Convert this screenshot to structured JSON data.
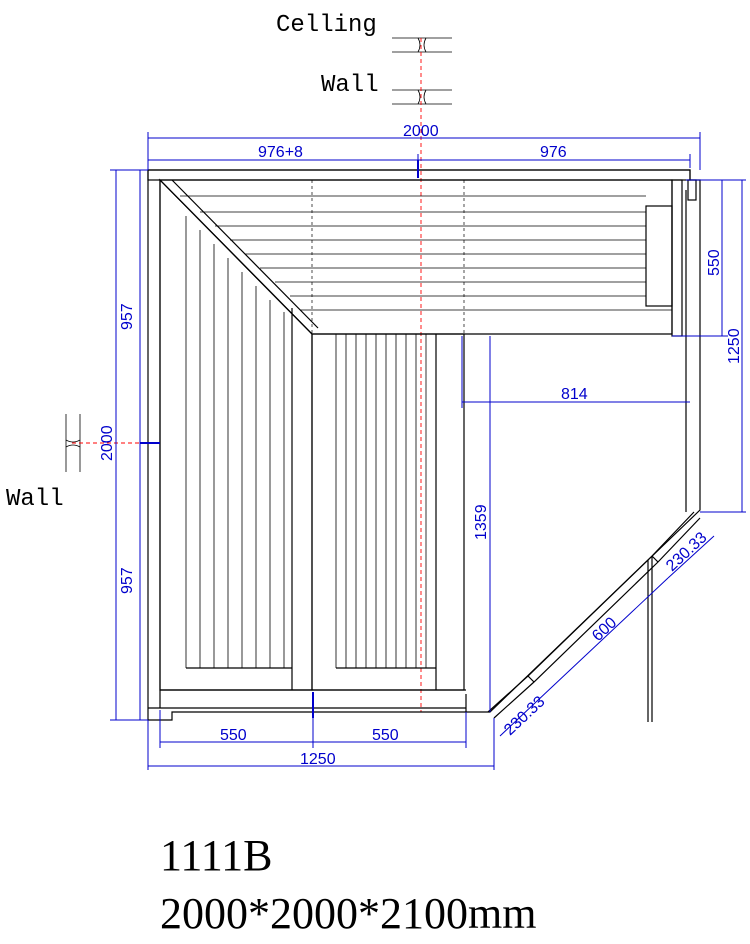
{
  "labels": {
    "ceiling": "Celling",
    "wall_top": "Wall",
    "wall_left": "Wall"
  },
  "dimensions": {
    "top_total": "2000",
    "top_left": "976+8",
    "top_right": "976",
    "right_upper": "550",
    "right_total": "1250",
    "inner_width": "814",
    "left_upper": "957",
    "left_total": "2000",
    "left_lower": "957",
    "inner_height": "1359",
    "diag_upper": "230.33",
    "diag_middle": "600",
    "diag_lower": "230.33",
    "bottom_left": "550",
    "bottom_right": "550",
    "bottom_total": "1250"
  },
  "model": {
    "code": "1111B",
    "size": "2000*2000*2100mm"
  }
}
